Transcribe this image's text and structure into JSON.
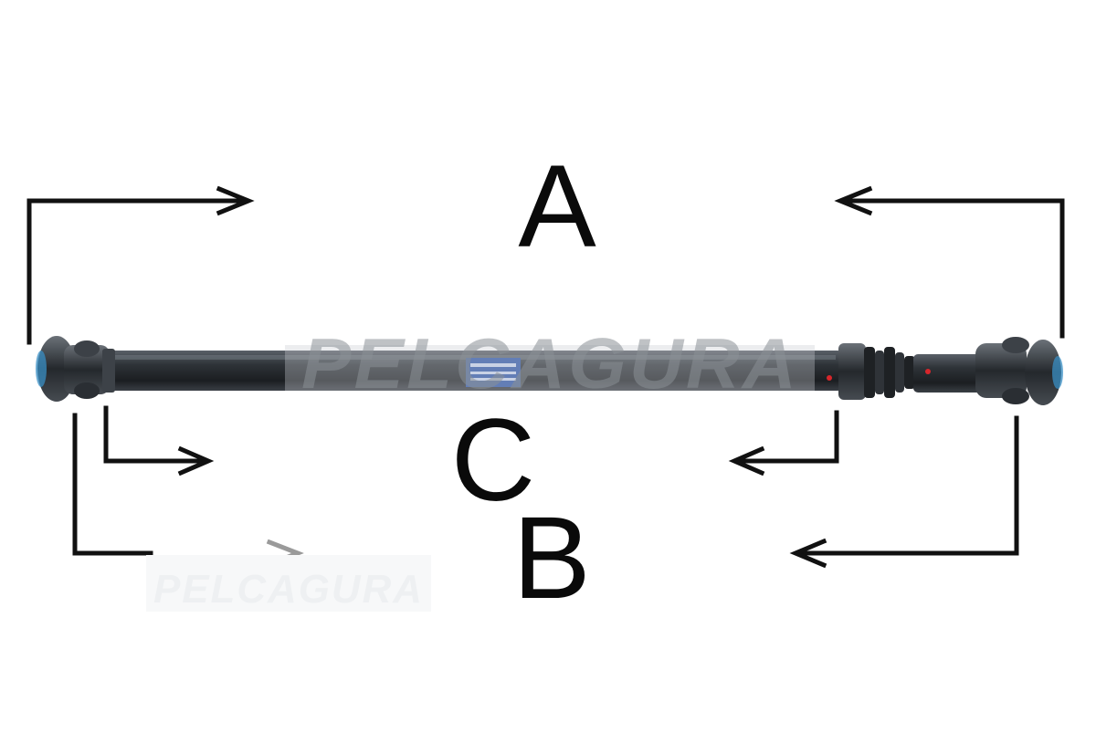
{
  "labels": {
    "a": "A",
    "b": "B",
    "c": "C"
  },
  "watermark": {
    "main": "PELCAGURA",
    "small": "PELCAGURA"
  },
  "colors": {
    "background": "#ffffff",
    "arrow": "#111111",
    "shaft": "#2b2f33",
    "tag": "#2d55a8",
    "watermark": "#8a8f96"
  }
}
